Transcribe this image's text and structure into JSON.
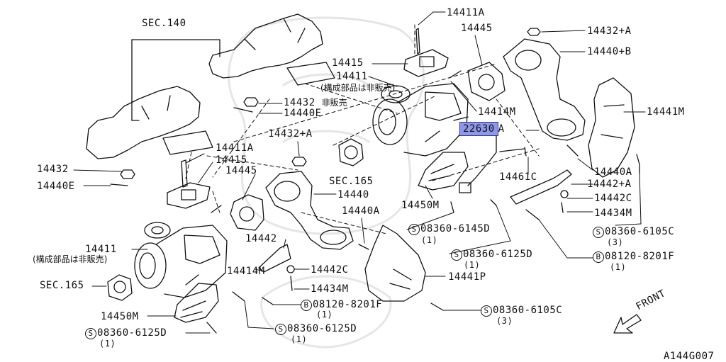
{
  "title_code": "A144G007",
  "highlight_part": "22630",
  "front_label": "FRONT",
  "note_not_sold": "構成部品は非販売",
  "note_not_sold_paren": "(構成部品は非販売)",
  "labels": {
    "sec140": "SEC.140",
    "sec165_a": "SEC.165",
    "sec165_b": "SEC.165",
    "p14411a_top": "14411A",
    "p14445_top": "14445",
    "p14415_top": "14415",
    "p14411_top": "14411",
    "p14432_ns": "14432",
    "ns_text": "非販売",
    "p14440e_top": "14440E",
    "p14414m_top": "14414M",
    "p14432pa_top": "14432+A",
    "p14440pb": "14440+B",
    "p14441m": "14441M",
    "p22630_suffix": "A",
    "p14432pa_mid": "14432+A",
    "p14411a_mid": "14411A",
    "p14415_mid": "14415",
    "p14445_mid": "14445",
    "p14432_left": "14432",
    "p14440e_left": "14440E",
    "p14440": "14440",
    "p14440a_mid": "14440A",
    "p14450m_mid": "14450M",
    "p14461c": "14461C",
    "p14440a_right": "14440A",
    "p14442pa": "14442+A",
    "p14442c_right": "14442C",
    "p14434m_right": "14434M",
    "p14442": "14442",
    "p14414m_low": "14414M",
    "p14442c_low": "14442C",
    "p14434m_low": "14434M",
    "p14441p": "14441P",
    "p14411_low": "14411",
    "p14450m_low": "14450M",
    "bolt_6145d": "08360-6145D",
    "bolt_6125d_mid": "08360-6125D",
    "bolt_6105c_right": "08360-6105C",
    "bolt_8201f_right": "08120-8201F",
    "bolt_8201f_low": "08120-8201F",
    "bolt_6125d_low": "08360-6125D",
    "bolt_6105c_low": "08360-6105C",
    "bolt_6125d_left": "08360-6125D",
    "qty_1": "(1)",
    "qty_3": "(3)",
    "s_mark": "S",
    "b_mark": "B"
  }
}
